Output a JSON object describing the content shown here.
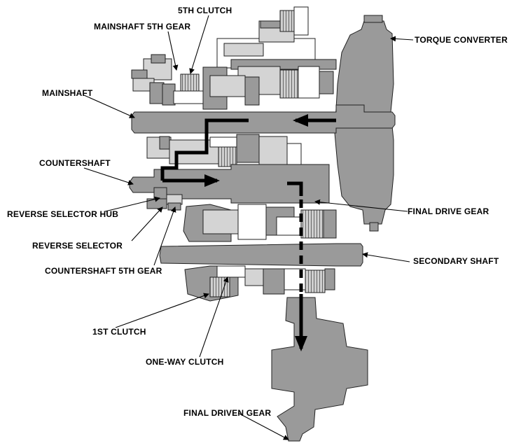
{
  "labels": {
    "fifth_clutch": "5TH CLUTCH",
    "mainshaft_5th_gear": "MAINSHAFT 5TH GEAR",
    "torque_converter": "TORQUE CONVERTER",
    "mainshaft": "MAINSHAFT",
    "countershaft": "COUNTERSHAFT",
    "reverse_selector_hub": "REVERSE SELECTOR HUB",
    "final_drive_gear": "FINAL DRIVE GEAR",
    "reverse_selector": "REVERSE SELECTOR",
    "countershaft_5th_gear": "COUNTERSHAFT 5TH GEAR",
    "secondary_shaft": "SECONDARY SHAFT",
    "first_clutch": "1ST CLUTCH",
    "one_way_clutch": "ONE-WAY CLUTCH",
    "final_driven_gear": "FINAL DRIVEN GEAR"
  },
  "colors": {
    "part_fill": "#9a9a9a",
    "part_light": "#d4d4d4",
    "outline": "#222222",
    "flow_arrow": "#000000"
  }
}
